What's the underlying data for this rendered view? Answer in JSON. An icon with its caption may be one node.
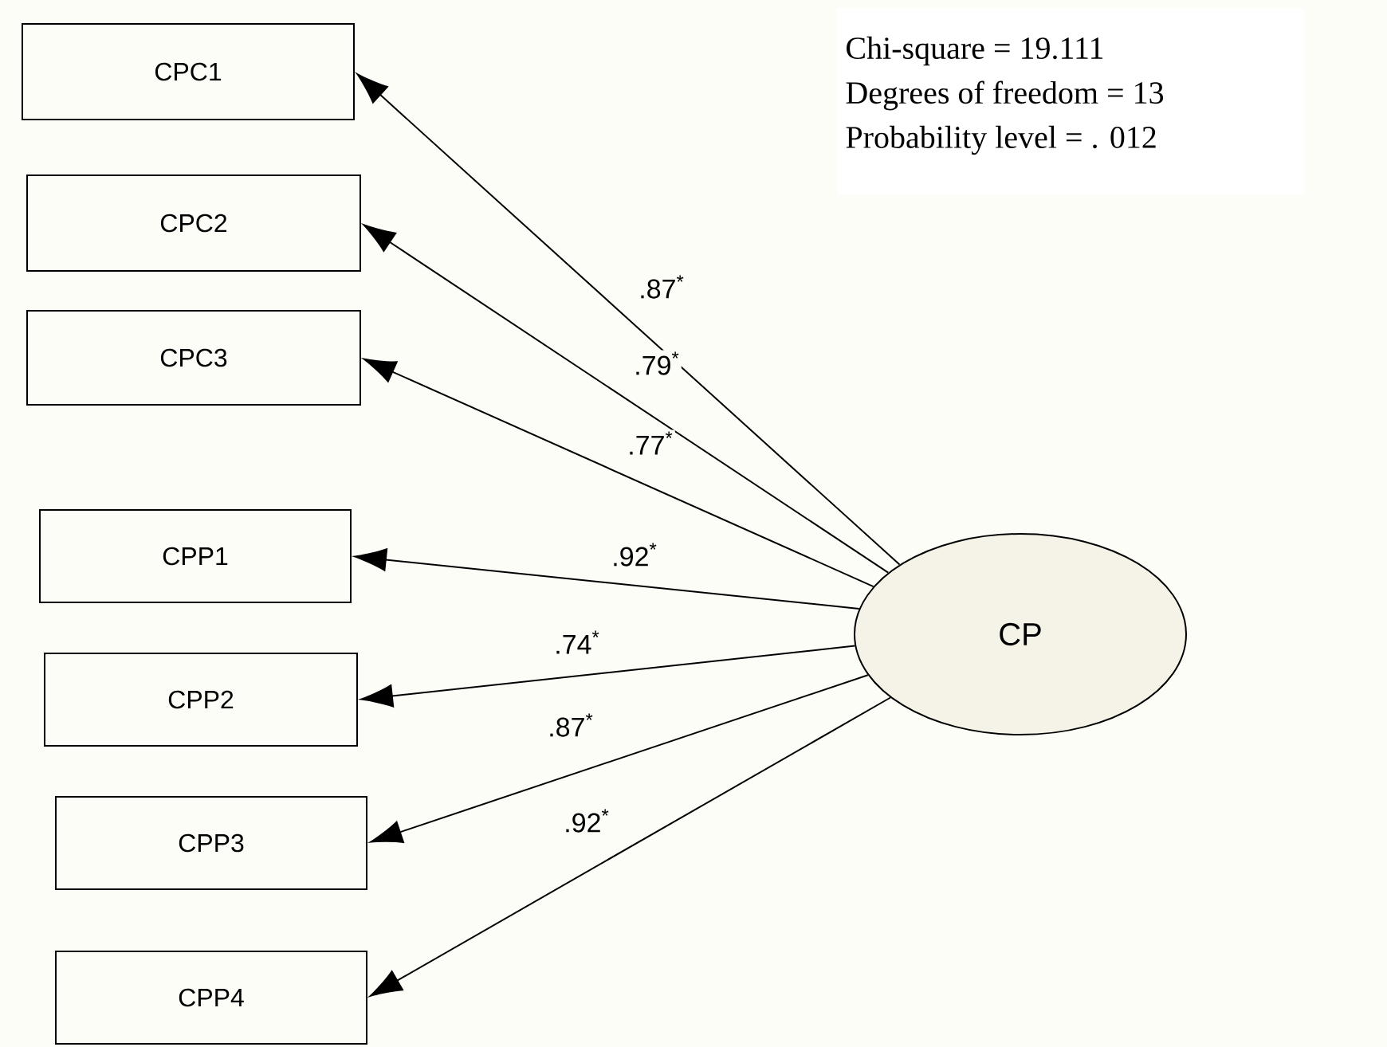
{
  "diagram": {
    "nodes": [
      {
        "text": [
          "CPC1"
        ]
      },
      {
        "text": [
          "CPC2"
        ]
      },
      {
        "text": [
          "CPC3"
        ]
      },
      {
        "text": [
          "CPP1"
        ]
      },
      {
        "text": [
          "CPP2"
        ]
      },
      {
        "text": [
          "CPP3"
        ]
      },
      {
        "text": [
          "CPP4"
        ]
      },
      {
        "text": [
          "CP"
        ]
      }
    ],
    "edges": [
      {
        "from": 7,
        "to": 0,
        "arrow": "to",
        "label": ".87$^{*}$"
      },
      {
        "from": 7,
        "to": 1,
        "arrow": "to",
        "label": ".79$^{*}$"
      },
      {
        "from": 7,
        "to": 2,
        "arrow": "to",
        "label": ".77$^{*}$"
      },
      {
        "from": 7,
        "to": 3,
        "arrow": "to",
        "label": ".92$^{*}$"
      },
      {
        "from": 7,
        "to": 4,
        "arrow": "to",
        "label": ".74$^{*}$"
      },
      {
        "from": 7,
        "to": 5,
        "arrow": "to",
        "label": ".87$^{*}$"
      },
      {
        "from": 7,
        "to": 6,
        "arrow": "to",
        "label": ".92$^{*}$"
      }
    ],
    "labels": [
      "Chi-square = 19.111",
      "Degrees of freedom = 13",
      "Probability level = . 012"
    ]
  }
}
